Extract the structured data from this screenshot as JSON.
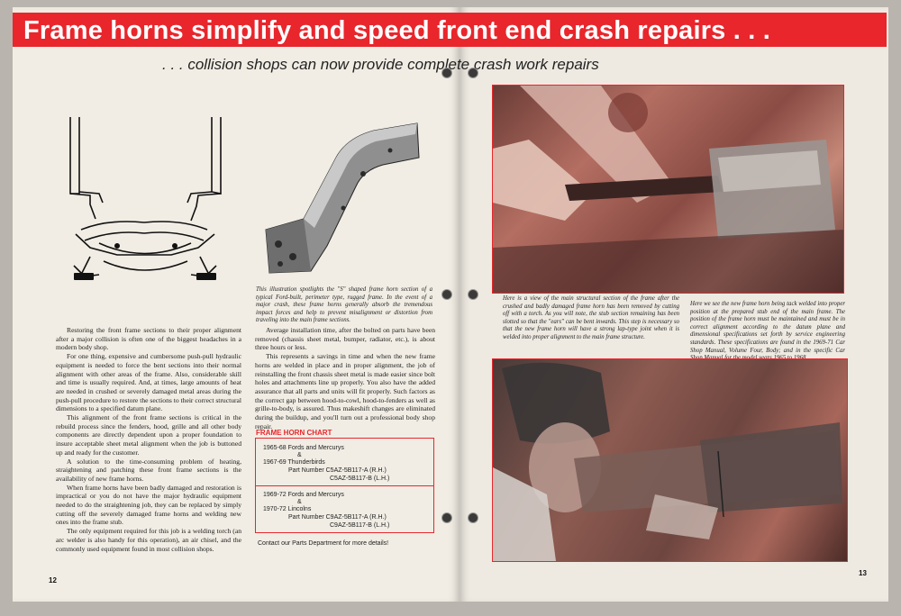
{
  "banner_title": "Frame horns simplify and speed front end crash repairs . . .",
  "subtitle": ". . . collision shops can now provide complete crash work repairs",
  "illustration_caption": "This illustration spotlights the \"S\" shaped frame horn section of a typical Ford-built, perimeter type, rugged frame. In the event of a major crash, these frame horns generally absorb the tremendous impact forces and help to prevent misalignment or distortion from traveling into the main frame sections.",
  "col1": [
    "Restoring the front frame sections to their proper alignment after a major collision is often one of the biggest headaches in a modern body shop.",
    "For one thing, expensive and cumbersome push-pull hydraulic equipment is needed to force the bent sections into their normal alignment with other areas of the frame. Also, considerable skill and time is usually required. And, at times, large amounts of heat are needed in crushed or severely damaged metal areas during the push-pull procedure to restore the sections to their correct structural dimensions to a specified datum plane.",
    "This alignment of the front frame sections is critical in the rebuild process since the fenders, hood, grille and all other body components are directly dependent upon a proper foundation to insure acceptable sheet metal alignment when the job is buttoned up and ready for the customer.",
    "A solution to the time-consuming problem of heating, straightening and patching these front frame sections is the availability of new frame horns.",
    "When frame horns have been badly damaged and restoration is impractical or you do not have the major hydraulic equipment needed to do the straightening job, they can be replaced by simply cutting off the severely damaged frame horns and welding new ones into the frame stub.",
    "The only equipment required for this job is a welding torch (an arc welder is also handy for this operation), an air chisel, and the commonly used equipment found in most collision shops."
  ],
  "col2": [
    "Average installation time, after the bolted on parts have been removed (chassis sheet metal, bumper, radiator, etc.), is about three hours or less.",
    "This represents a savings in time and when the new frame horns are welded in place and in proper alignment, the job of reinstalling the front chassis sheet metal is made easier since bolt holes and attachments line up properly. You also have the added assurance that all parts and units will fit properly. Such factors as the correct gap between hood-to-cowl, hood-to-fenders as well as grille-to-body, is assured. Thus makeshift changes are eliminated during the buildup, and you'll turn out a professional body shop repair."
  ],
  "chart": {
    "heading": "FRAME HORN CHART",
    "group1": {
      "line1": "1965-68 Fords and Mercurys",
      "amp": "&",
      "line2": "1967-69 Thunderbirds",
      "part_label": "Part Number C5AZ-5B117-A (R.H.)",
      "part2": "C5AZ-5B117-B (L.H.)"
    },
    "group2": {
      "line1": "1969-72 Fords and Mercurys",
      "amp": "&",
      "line2": "1970-72 Lincolns",
      "part_label": "Part Number C9AZ-5B117-A (R.H.)",
      "part2": "C9AZ-5B117-B (L.H.)"
    }
  },
  "contact": "Contact our Parts Department for more details!",
  "photo1_caption": "Here is a view of the main structural section of the frame after the crushed and badly damaged frame horn has been removed by cutting off with a torch. As you will note, the stub section remaining has been slotted so that the \"ears\" can be bent inwards. This step is necessary so that the new frame horn will have a strong lap-type joint when it is welded into proper alignment to the main frame structure.",
  "photo2_caption": "Here we see the new frame horn being tack welded into proper position at the prepared stub end of the main frame. The position of the frame horn must be maintained and must be in correct alignment according to the datum plane and dimensional specifications set forth by service engineering standards. These specifications are found in the 1969-71 Car Shop Manual, Volume Four, Body; and in the specific Car Shop Manual for the model years 1965 to 1968.",
  "page_left": "12",
  "page_right": "13",
  "colors": {
    "accent": "#e8262c",
    "paper": "#f1ede4"
  }
}
